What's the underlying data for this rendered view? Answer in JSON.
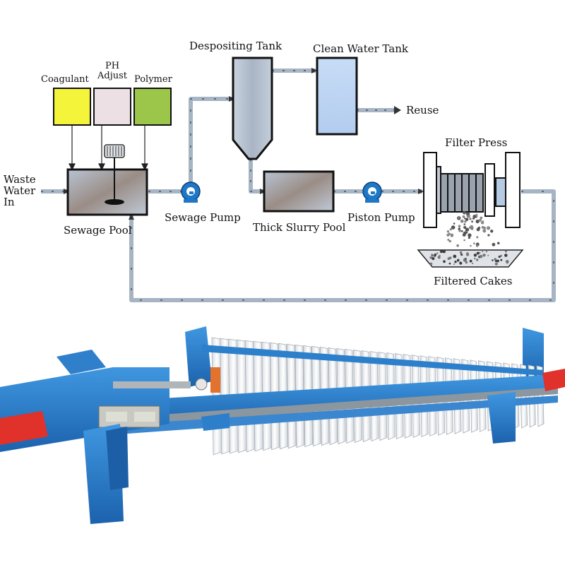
{
  "diagram": {
    "inputs": {
      "waste_water": [
        "Waste",
        "Water",
        "In"
      ],
      "coagulant": "Coagulant",
      "ph_adjust": [
        "PH",
        "Adjust"
      ],
      "polymer": "Polymer"
    },
    "units": {
      "sewage_pool": "Sewage Pool",
      "sewage_pump": "Sewage Pump",
      "desposit_tank": "Desposit­ing Tank",
      "clean_water_tank": "Clean Water Tank",
      "reuse": "Reuse",
      "thick_slurry_pool": "Thick Slurry Pool",
      "piston_pump": "Piston Pump",
      "filter_press": "Filter Press",
      "filtered_cakes": "Filtered Cakes"
    },
    "colors": {
      "coagulant": "#f4f53a",
      "ph_adjust": "#ede0e4",
      "polymer": "#9bc64a",
      "pipe": "#9fb0c2",
      "pump": "#1e77c7",
      "machine_blue": "#2b82cf",
      "machine_red": "#e0312b"
    }
  },
  "photo": {
    "subject": "filter-press-machine-photo"
  }
}
